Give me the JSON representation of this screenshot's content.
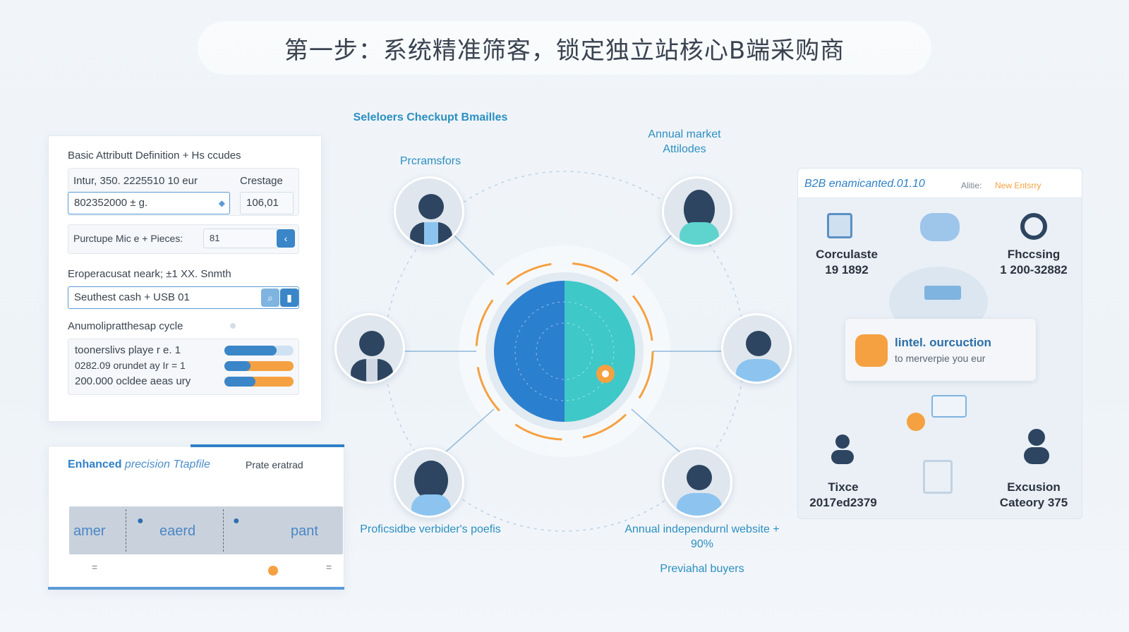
{
  "title": "第一步：系统精准筛客，锁定独立站核心B端采购商",
  "form": {
    "heading": "Basic Attributt Definition  + Hs ccudes",
    "field1_label": "Intur, 350. 2225510 10 eur",
    "field1_label2": "Crestage",
    "field1_value": "802352000  ± g.",
    "field1_value2": "106,01",
    "purchase_label": "Purctupe Mic  e + Pieces:",
    "purchase_value": "81",
    "section2_label": "Eroperacusat neark; ±1 XX. Snmth",
    "section2_value": "Seuthest cash + USB 01",
    "section3_label": "Anumolipratthesap cycle",
    "rows": [
      {
        "label": "toonerslivs playe r e. 1",
        "fill": 0.75
      },
      {
        "label": "0282.09 orundet ay Ir = 1",
        "fill": 0.38
      },
      {
        "label": "200.000 ocldee aeas ury",
        "fill": 0.45
      }
    ],
    "colors": {
      "accent": "#2f80c8",
      "orange": "#f5a142",
      "blue_bar": "#3a86c8"
    }
  },
  "enhanced": {
    "title": "Enhanced",
    "subtitle": "precision Ttapfile",
    "tag": "Prate eratrad",
    "row_text": [
      "amer",
      "eaerd",
      "pant"
    ]
  },
  "center": {
    "top_left_title": "Seleloers Checkupt Bmailles",
    "top_left_sub": "Prcramsfors",
    "top_right": "Annual market Attilodes",
    "bottom_left": "Proficsidbe verbider's poefis",
    "bottom_right": "Annual independurnl website + 90%",
    "bottom_right_sub": "Previahal buyers"
  },
  "right_panel": {
    "title": "B2B enamicanted.01.10",
    "tag1": "Alitie:",
    "tag2": "New  Entsrry",
    "items": [
      {
        "name": "Corculaste",
        "value": "19 1892"
      },
      {
        "name": "Fhccsing",
        "value": "1 200-32882"
      },
      {
        "name": "Tixce",
        "value": "2017ed2379"
      },
      {
        "name": "Excusion",
        "value": "Cateory 375"
      }
    ],
    "alert_title": "lintel. ourcuction",
    "alert_sub": "to merverpie you eur"
  }
}
